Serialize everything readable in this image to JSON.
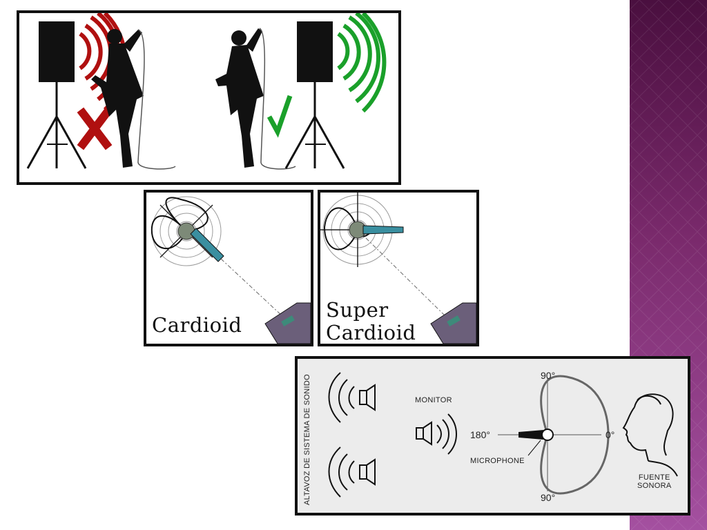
{
  "panels": {
    "cardioid": {
      "label": "Cardioid"
    },
    "super_cardioid": {
      "label_line1": "Super",
      "label_line2": "Cardioid"
    },
    "diagram": {
      "vertical_caption": "ALTAVOZ DE SISTEMA DE SONIDO",
      "monitor_label": "MONITOR",
      "microphone_label": "MICROPHONE",
      "angle_top": "90°",
      "angle_bottom": "90°",
      "angle_left": "180°",
      "angle_right": "0°",
      "source_label_line1": "FUENTE",
      "source_label_line2": "SONORA"
    }
  },
  "colors": {
    "wrong_mark": "#b01010",
    "correct_mark": "#1aa02a",
    "mic_teal": "#3a8fa0",
    "speaker_box": "#6b5f7a",
    "side_band": "#7a2a6c"
  },
  "icons": {
    "wrong": "x-mark-icon",
    "correct": "check-mark-icon"
  }
}
